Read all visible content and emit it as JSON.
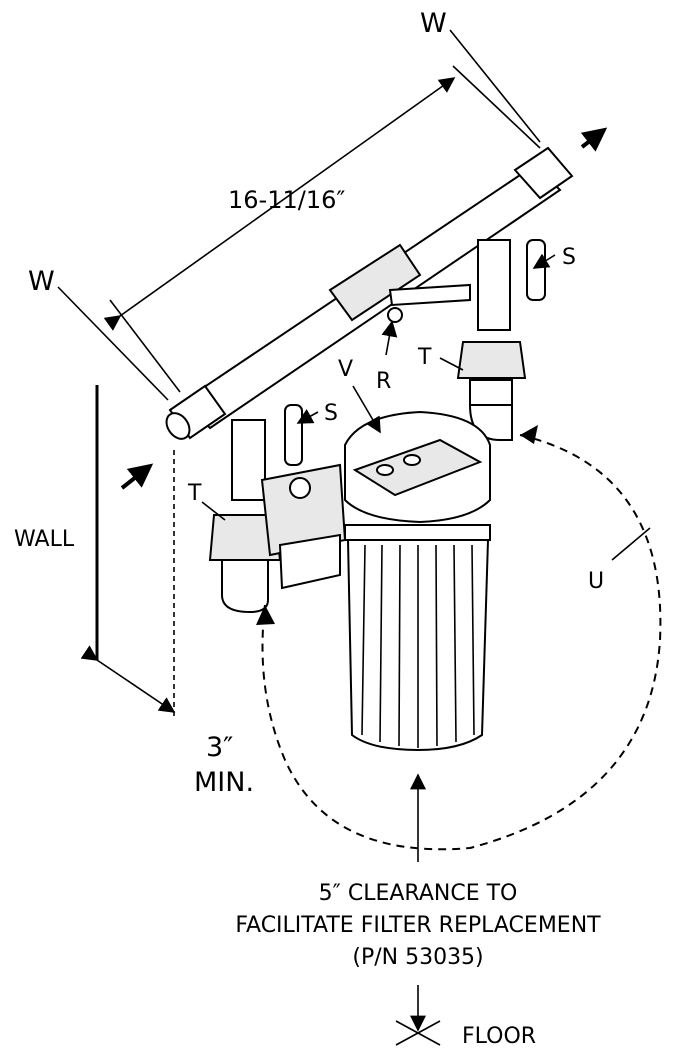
{
  "labels": {
    "w_top": "W",
    "w_left": "W",
    "dimension": "16-11/16″",
    "s_right": "S",
    "s_left": "S",
    "t_right": "T",
    "t_left": "T",
    "r": "R",
    "v": "V",
    "u": "U",
    "wall": "WALL",
    "min_value": "3″",
    "min_suffix": "MIN.",
    "clearance_line1": "5″ CLEARANCE TO",
    "clearance_line2": "FACILITATE FILTER REPLACEMENT",
    "clearance_line3": "(P/N 53035)",
    "floor": "FLOOR"
  }
}
